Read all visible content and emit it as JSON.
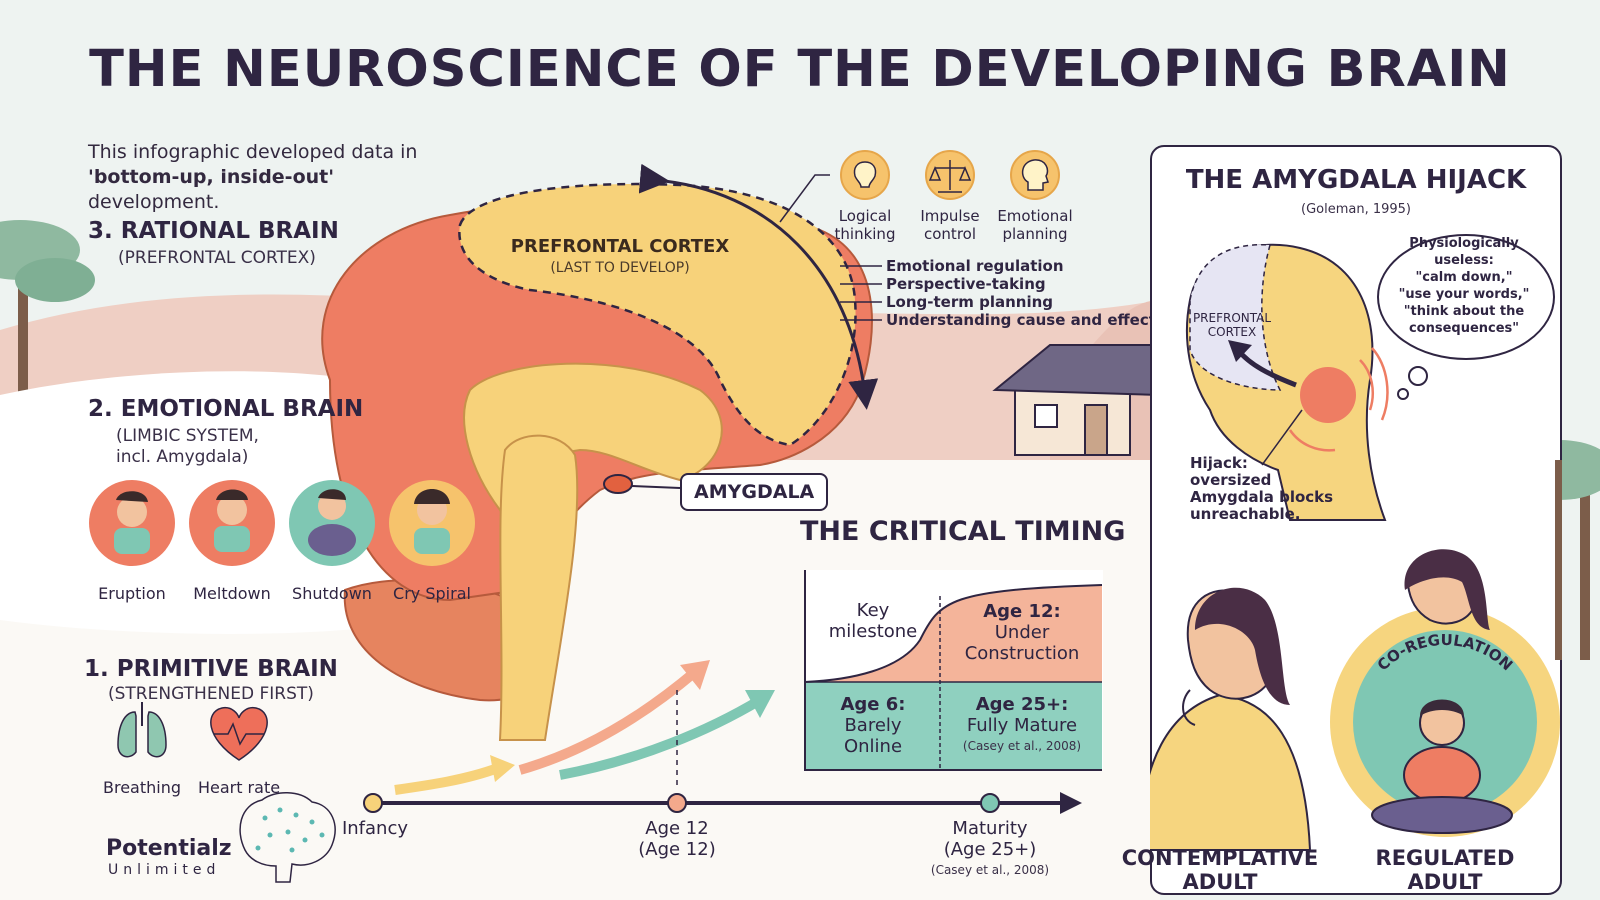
{
  "title": "THE NEUROSCIENCE OF THE DEVELOPING BRAIN",
  "intro": {
    "line1": "This infographic developed data in",
    "emphasis": "'bottom-up, inside-out'",
    "line2_rest": " development."
  },
  "rational": {
    "title": "3. RATIONAL BRAIN",
    "subtitle": "(PREFRONTAL CORTEX)"
  },
  "emotional": {
    "title": "2. EMOTIONAL BRAIN",
    "subtitle_1": "(LIMBIC SYSTEM,",
    "subtitle_2": "incl. Amygdala)",
    "states": [
      "Eruption",
      "Meltdown",
      "Shutdown",
      "Cry Spiral"
    ]
  },
  "primitive": {
    "title": "1. PRIMITIVE BRAIN",
    "subtitle": "(STRENGTHENED FIRST)",
    "functions": [
      "Breathing",
      "Heart rate"
    ]
  },
  "prefrontal": {
    "label": "PREFRONTAL CORTEX",
    "sub": "(LAST TO DEVELOP)",
    "skills": [
      {
        "label_1": "Logical",
        "label_2": "thinking",
        "icon": "lightbulb-icon"
      },
      {
        "label_1": "Impulse",
        "label_2": "control",
        "icon": "scales-icon"
      },
      {
        "label_1": "Emotional",
        "label_2": "planning",
        "icon": "head-gears-icon"
      }
    ],
    "functions": [
      "Emotional regulation",
      "Perspective-taking",
      "Long-term planning",
      "Understanding cause and effect"
    ]
  },
  "amygdala_label": "AMYGDALA",
  "timing": {
    "title": "THE CRITICAL TIMING",
    "key_1": "Key",
    "key_2": "milestone",
    "age12_1": "Age 12:",
    "age12_2": "Under",
    "age12_3": "Construction",
    "age6_1": "Age 6:",
    "age6_2": "Barely",
    "age6_3": "Online",
    "age25_1": "Age 25+:",
    "age25_2": "Fully Mature",
    "age25_cite": "(Casey et al., 2008)"
  },
  "timeline": {
    "infancy": "Infancy",
    "age12_1": "Age 12",
    "age12_2": "(Age 12)",
    "maturity_1": "Maturity",
    "maturity_2": "(Age 25+)",
    "maturity_cite": "(Casey et al., 2008)"
  },
  "hijack": {
    "title": "THE AMYGDALA HIJACK",
    "cite": "(Goleman, 1995)",
    "pfc_1": "PREFRONTAL",
    "pfc_2": "CORTEX",
    "thought_1": "Physiologically",
    "thought_2": "useless:",
    "thought_3": "\"calm down,\"",
    "thought_4": "\"use your words,\"",
    "thought_5": "\"think about the",
    "thought_6": "consequences\"",
    "note_1": "Hijack:",
    "note_2": "oversized",
    "note_3": "Amygdala blocks",
    "note_4": "unreachable."
  },
  "adults": {
    "contemplative_1": "CONTEMPLATIVE",
    "contemplative_2": "ADULT",
    "regulated_1": "REGULATED",
    "regulated_2": "ADULT",
    "coregulation": "CO-REGULATION"
  },
  "logo": {
    "name": "Potentialz",
    "sub": "Unlimited"
  },
  "colors": {
    "ink": "#2f2542",
    "cortex_red": "#ee7d63",
    "prefrontal_yellow": "#f7d27a",
    "teal": "#7fc7b3",
    "peach": "#f4b49a"
  }
}
